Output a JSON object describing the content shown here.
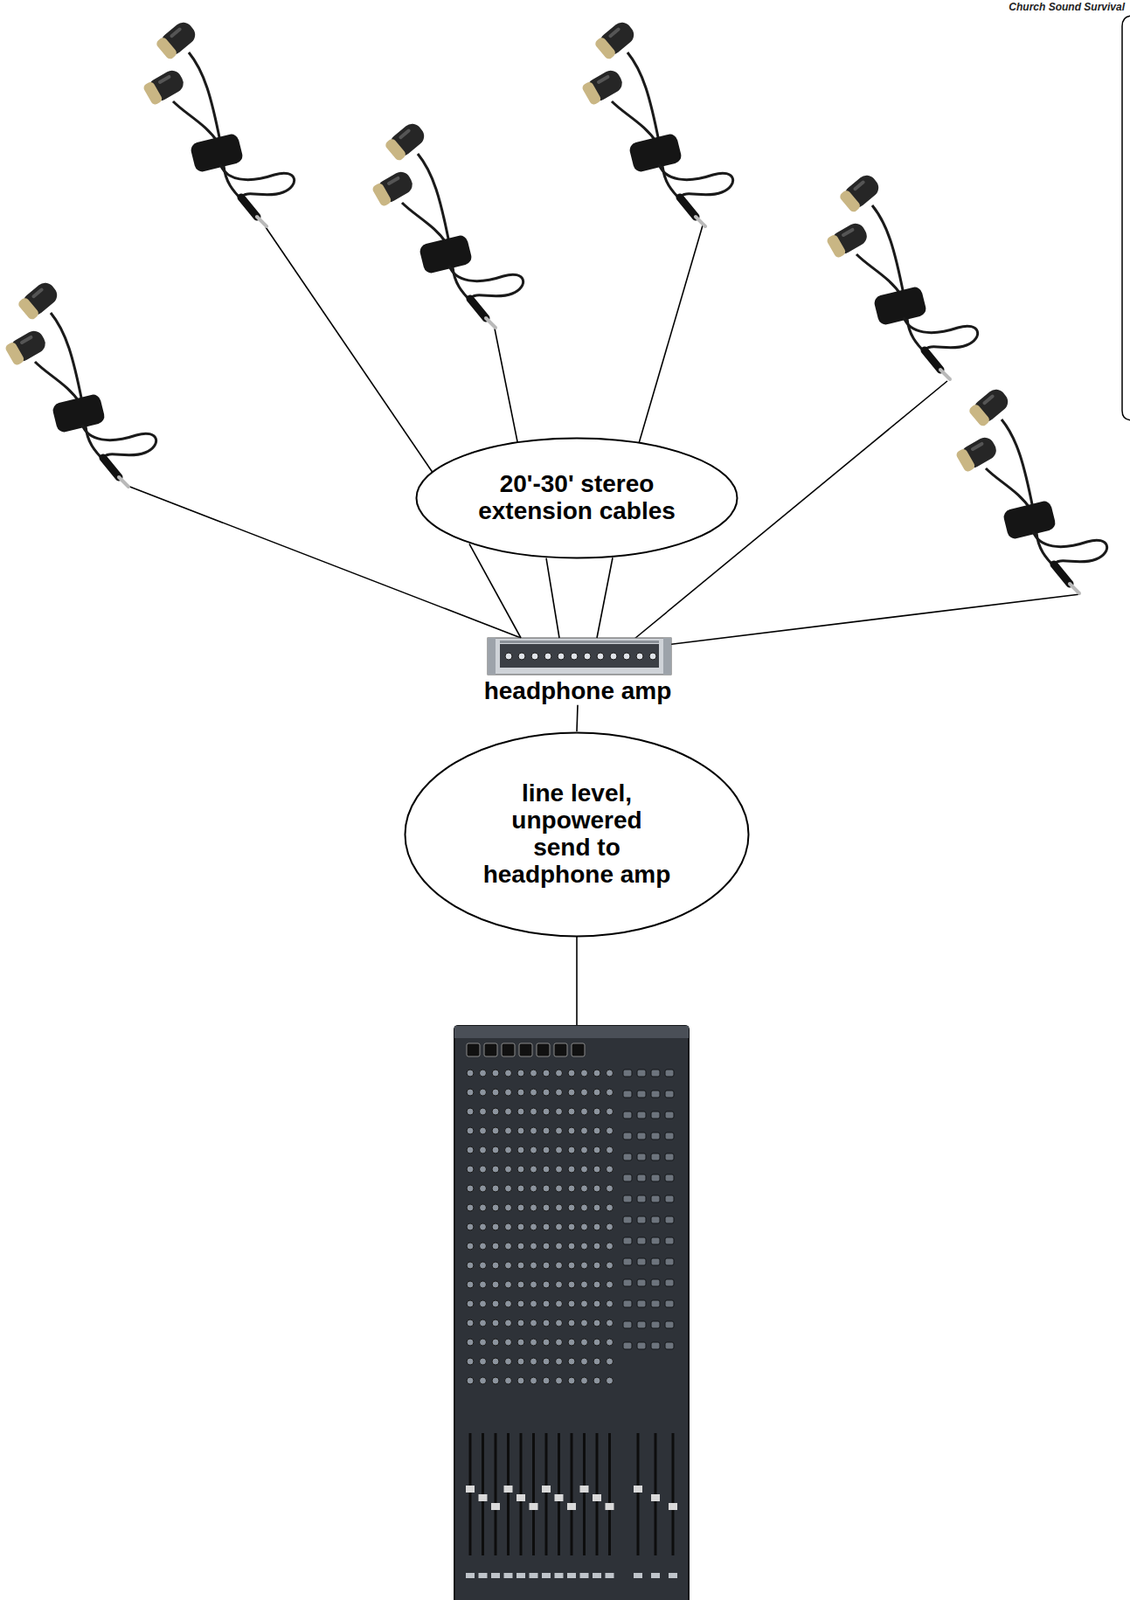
{
  "diagram": {
    "nodes": [
      {
        "text": [
          "20'-30' stereo extension cables"
        ]
      },
      {
        "text": [
          "headphone amp"
        ]
      },
      {
        "text": [
          "line level, unpowered send to headphone amp"
        ]
      }
    ],
    "edges": [
      {
        "from": 0,
        "to": 1,
        "arrow": "none"
      },
      {
        "from": 0,
        "to": 1,
        "arrow": "none"
      },
      {
        "from": 0,
        "to": 1,
        "arrow": "none"
      },
      {
        "from": 1,
        "to": 2,
        "arrow": "none"
      }
    ],
    "labels": [
      "Church Sound Survival"
    ]
  }
}
